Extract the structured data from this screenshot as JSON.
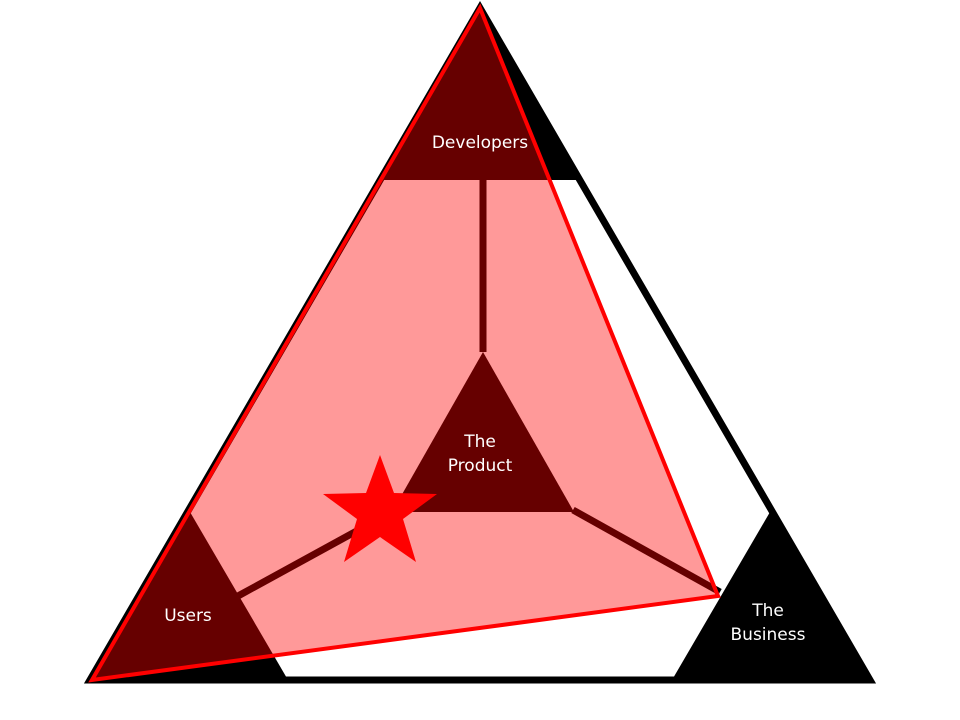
{
  "nodes": {
    "developers": {
      "label": "Developers"
    },
    "product": {
      "label_line1": "The",
      "label_line2": "Product"
    },
    "users": {
      "label": "Users"
    },
    "business": {
      "label_line1": "The",
      "label_line2": "Business"
    }
  },
  "colors": {
    "outline": "#000000",
    "node_fill": "#000000",
    "overlay_fill": "#ff0000",
    "overlay_stroke": "#ff0000",
    "star": "#ff0000",
    "label_on_black": "#ffffff"
  },
  "marker": {
    "shape": "star-icon"
  }
}
